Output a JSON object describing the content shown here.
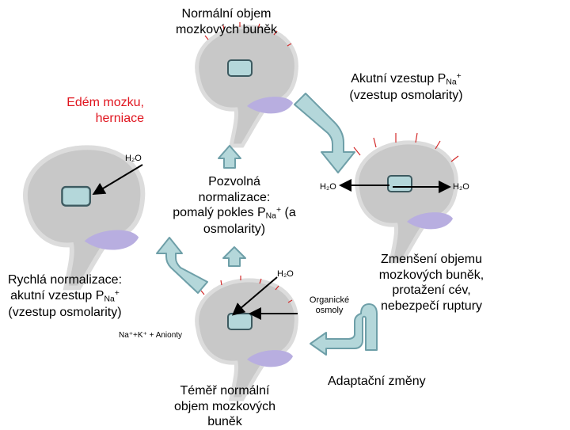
{
  "labels": {
    "top_brain": [
      "Normální objem",
      "mozkových buněk"
    ],
    "acute_rise": {
      "line1_pre": "Akutní vzestup P",
      "line1_sub": "Na",
      "line1_sup": "+",
      "line2": "(vzestup osmolarity)"
    },
    "edema": [
      "Edém mozku,",
      "herniace"
    ],
    "h2o_left": "H₂O",
    "slow_norm": {
      "line1": "Pozvolná",
      "line2": "normalizace:",
      "line3_pre": "pomalý pokles P",
      "line3_sub": "Na",
      "line3_sup": "+",
      "line3_post": " (a",
      "line4": "osmolarity)"
    },
    "h2o_right_a": "H₂O",
    "h2o_right_b": "H₂O",
    "shrink": [
      "Zmenšení objemu",
      "mozkových buněk,",
      "protažení cév,",
      "nebezpečí ruptury"
    ],
    "rapid_norm": {
      "line1": "Rychlá normalizace:",
      "line2_pre": "akutní vzestup P",
      "line2_sub": "Na",
      "line2_sup": "+",
      "line3": "(vzestup osmolarity)"
    },
    "h2o_bottom": "H₂O",
    "organic": [
      "Organické",
      "osmoly"
    ],
    "ions": "Na⁺+K⁺ + Anionty",
    "near_normal": [
      "Téměř normální",
      "objem mozkových",
      "buněk"
    ],
    "adaptation": "Adaptační změny"
  },
  "colors": {
    "brain": "#c8c8c8",
    "brain_outline": "#d8d8d8",
    "cerebellum": "#b8aee0",
    "arrow_fill": "#b4d7da",
    "arrow_stroke": "#6e9fa8",
    "vessel": "#d32a2a",
    "red_text": "#e0141e"
  }
}
